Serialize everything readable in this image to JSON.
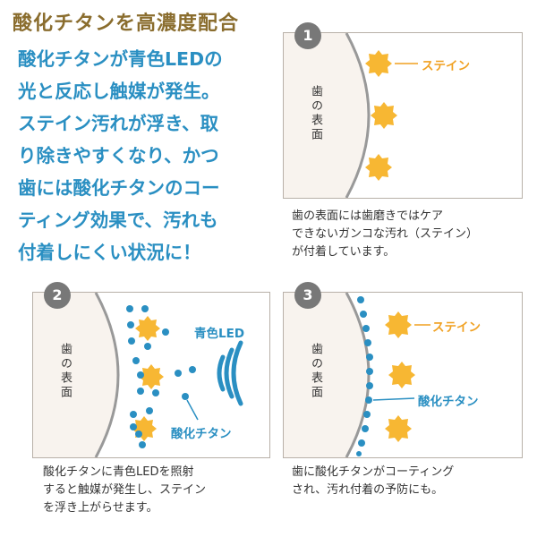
{
  "title": "酸化チタンを高濃度配合",
  "lead": [
    "酸化チタンが青色LEDの",
    "光と反応し触媒が発生。",
    "ステイン汚れが浮き、取",
    "り除きやすくなり、かつ",
    "歯には酸化チタンのコー",
    "ティング効果で、汚れも",
    "付着しにくい状況に！"
  ],
  "panels": [
    {
      "number": "1",
      "tooth_label": "歯の表面",
      "labels": {
        "stain": "ステイン"
      },
      "caption": [
        "歯の表面には歯磨きではケア",
        "できないガンコな汚れ（ステイン）",
        "が付着しています。"
      ]
    },
    {
      "number": "2",
      "tooth_label": "歯の表面",
      "labels": {
        "led": "青色LED",
        "titanium": "酸化チタン"
      },
      "caption": [
        "酸化チタンに青色LEDを照射",
        "すると触媒が発生し、ステイン",
        "を浮き上がらせます。"
      ]
    },
    {
      "number": "3",
      "tooth_label": "歯の表面",
      "labels": {
        "stain": "ステイン",
        "titanium": "酸化チタン"
      },
      "caption": [
        "歯に酸化チタンがコーティング",
        "され、汚れ付着の予防にも。"
      ]
    }
  ],
  "colors": {
    "title": "#8a6d2e",
    "accent_blue": "#2a8fc2",
    "stain": "#f7b733",
    "panel_bg": "#f8f3ee",
    "tooth_line": "#999999"
  }
}
